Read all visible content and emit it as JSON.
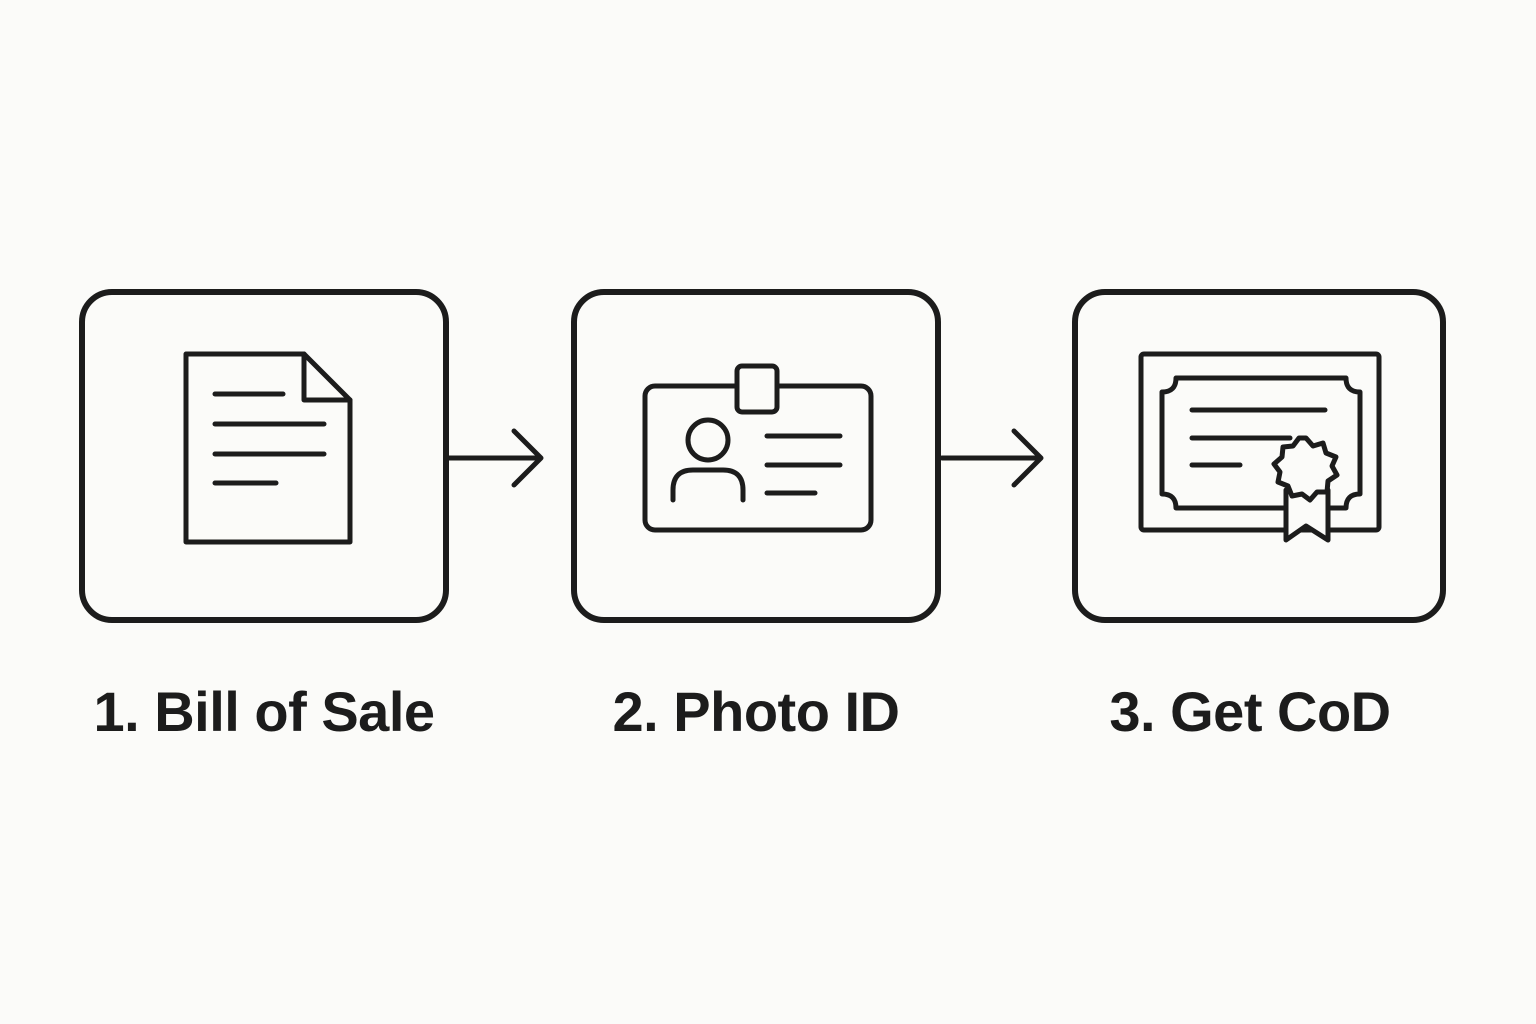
{
  "steps": [
    {
      "label": "1. Bill of Sale",
      "icon": "document-icon"
    },
    {
      "label": "2. Photo ID",
      "icon": "id-badge-icon"
    },
    {
      "label": "3. Get CoD",
      "icon": "certificate-icon"
    }
  ],
  "connectors": [
    "arrow-right-icon",
    "arrow-right-icon"
  ],
  "colors": {
    "background": "#fbfbf9",
    "stroke": "#1c1c1c"
  }
}
